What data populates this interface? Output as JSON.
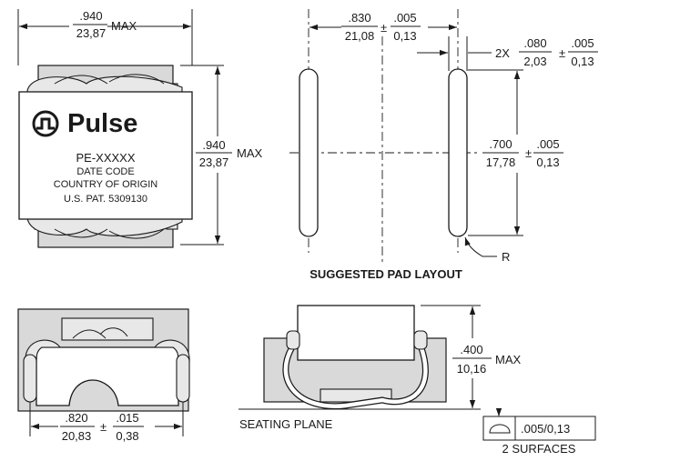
{
  "top_view": {
    "width_dim": {
      "inch": ".940",
      "mm": "23,87",
      "suffix": "MAX"
    },
    "height_dim": {
      "inch": ".940",
      "mm": "23,87",
      "suffix": "MAX"
    },
    "label": {
      "brand": "Pulse",
      "part_number": "PE-XXXXX",
      "line1": "DATE CODE",
      "line2": "COUNTRY OF ORIGIN",
      "line3": "U.S. PAT. 5309130"
    }
  },
  "pad_layout": {
    "title": "SUGGESTED PAD LAYOUT",
    "spacing_dim": {
      "inch": ".830",
      "mm": "21,08",
      "pm": "±",
      "tol_inch": ".005",
      "tol_mm": "0,13"
    },
    "pad_width_dim": {
      "prefix": "2X",
      "inch": ".080",
      "mm": "2,03",
      "pm": "±",
      "tol_inch": ".005",
      "tol_mm": "0,13"
    },
    "pad_length_dim": {
      "inch": ".700",
      "mm": "17,78",
      "pm": "±",
      "tol_inch": ".005",
      "tol_mm": "0,13"
    },
    "radius_label": "R"
  },
  "bottom_view": {
    "width_dim": {
      "inch": ".820",
      "mm": "20,83",
      "pm": "±",
      "tol_inch": ".015",
      "tol_mm": "0,38"
    }
  },
  "side_view": {
    "height_dim": {
      "inch": ".400",
      "mm": "10,16",
      "suffix": "MAX"
    },
    "seating_plane": "SEATING PLANE",
    "flatness": {
      "value": ".005/0,13",
      "note": "2 SURFACES"
    }
  }
}
